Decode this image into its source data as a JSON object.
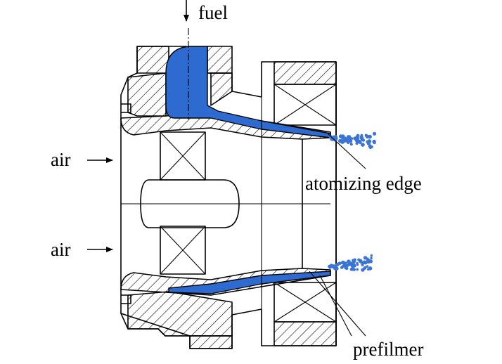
{
  "labels": {
    "fuel": "fuel",
    "air_top": "air",
    "air_bottom": "air",
    "atomizing_edge": "atomizing edge",
    "prefilmer": "prefilmer"
  },
  "colors": {
    "fuel": "#2e6bd0",
    "line": "#000000",
    "background": "#ffffff"
  }
}
